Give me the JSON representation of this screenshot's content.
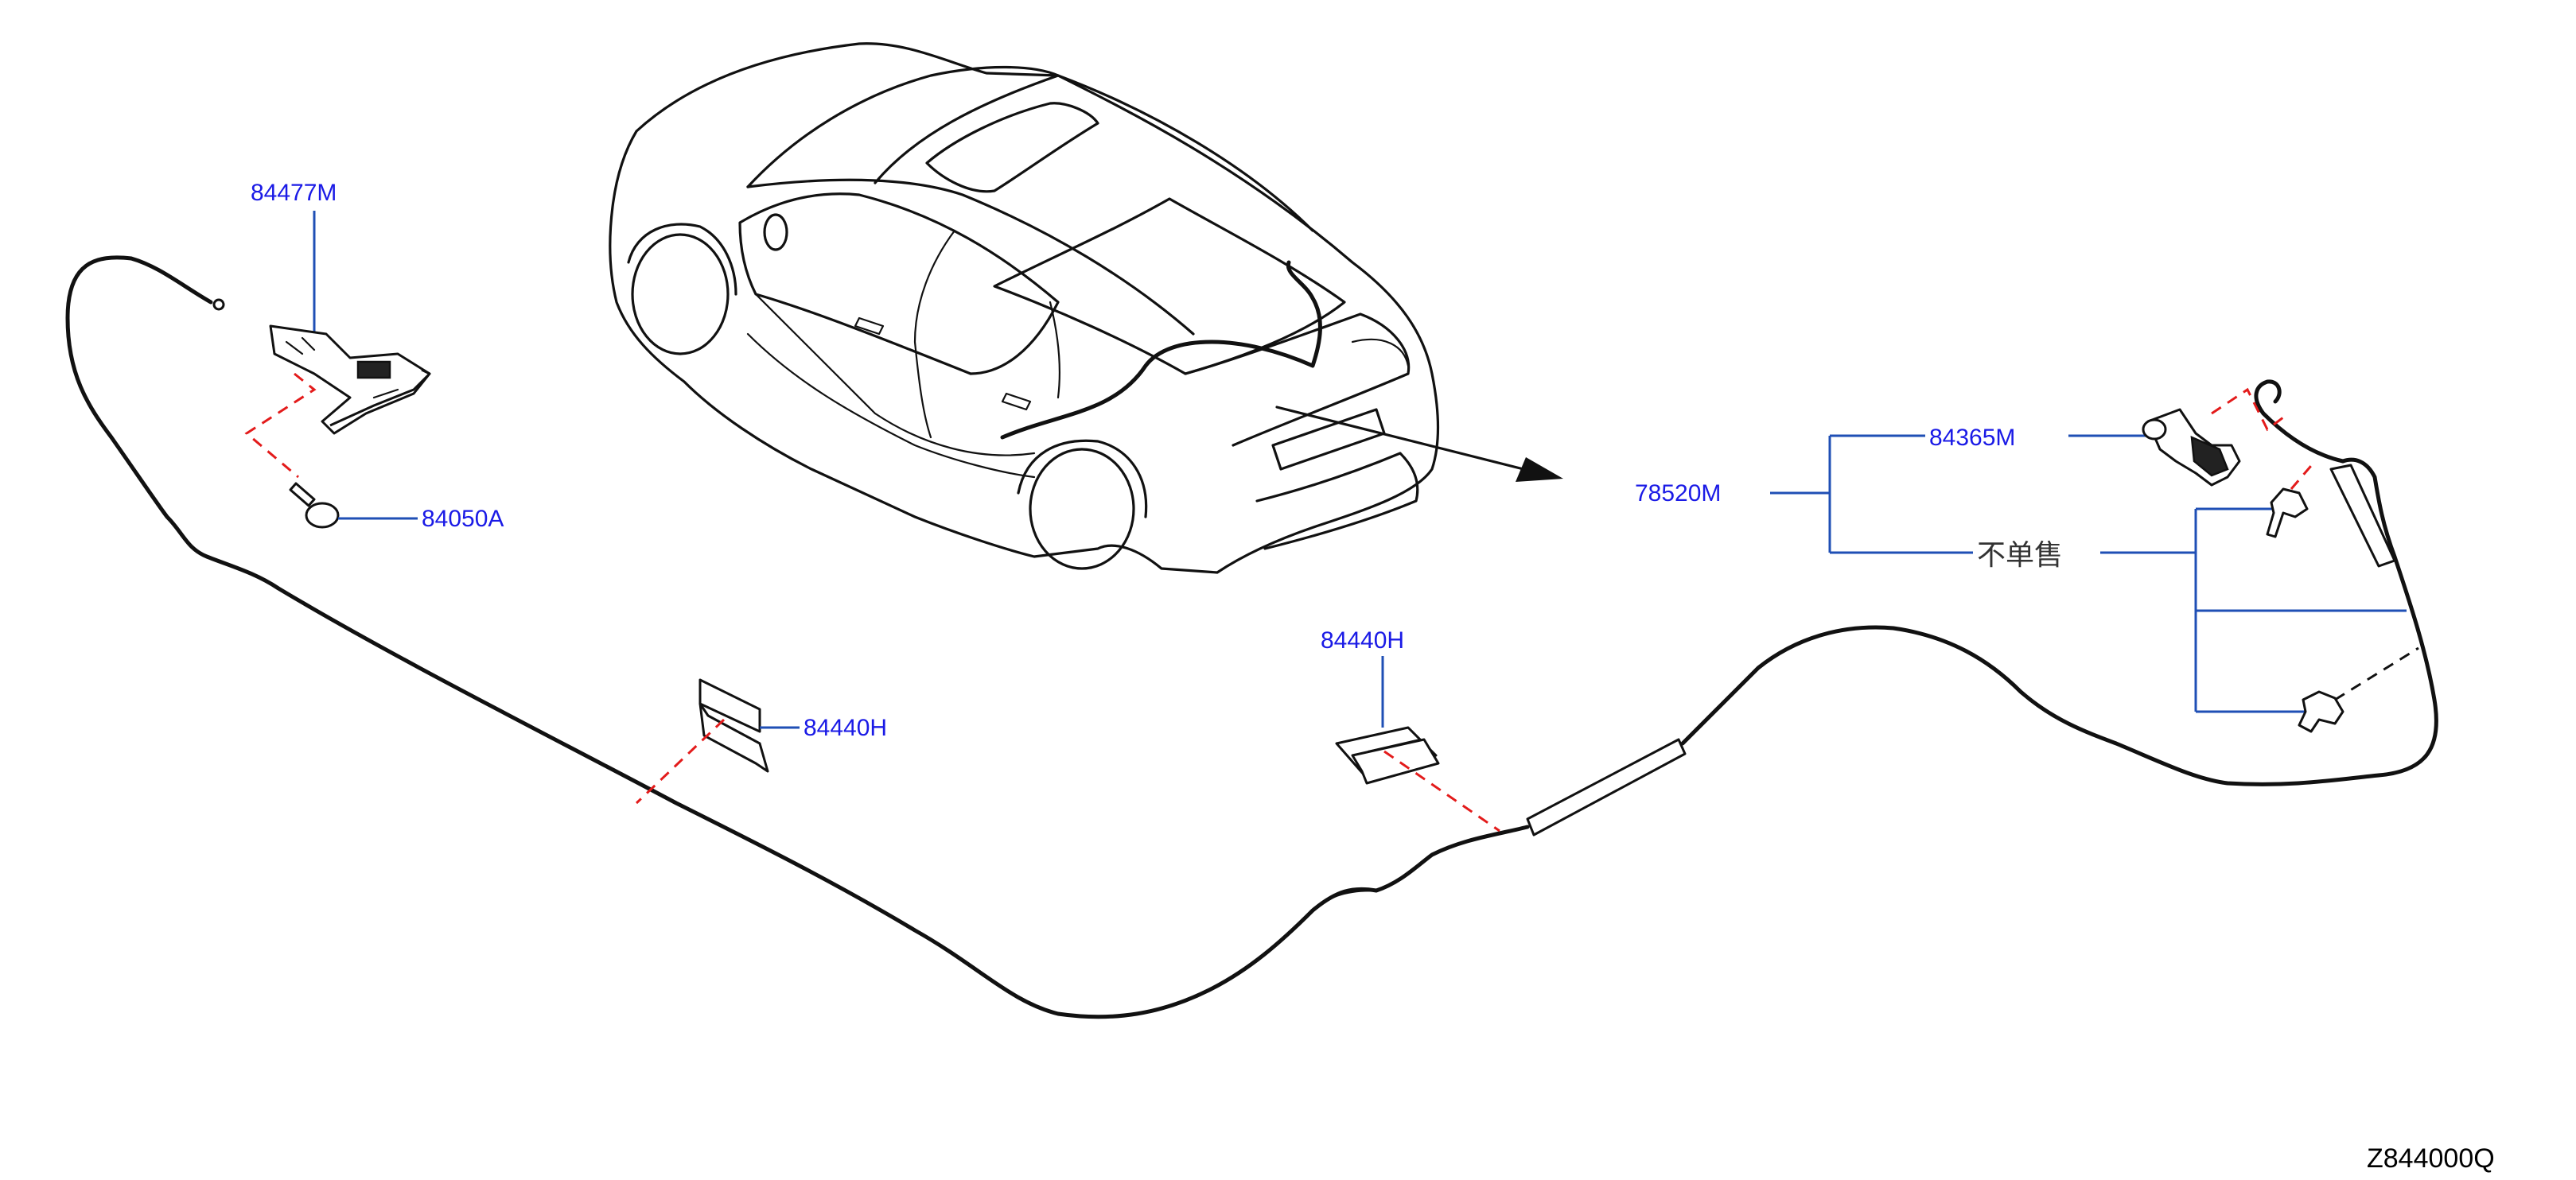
{
  "diagram_code": "Z844000Q",
  "parts": [
    {
      "id": "p-84477M",
      "label": "84477M"
    },
    {
      "id": "p-84050A",
      "label": "84050A"
    },
    {
      "id": "p-84440H-left",
      "label": "84440H"
    },
    {
      "id": "p-84440H-mid",
      "label": "84440H"
    },
    {
      "id": "p-78520M",
      "label": "78520M"
    },
    {
      "id": "p-84365M",
      "label": "84365M"
    }
  ],
  "notes": {
    "not_sold_separately": "不单售"
  },
  "colors": {
    "label": "#1a1ae6",
    "leader": "#1f4fb5",
    "dash": "#e31b1b",
    "outline": "#111111"
  }
}
